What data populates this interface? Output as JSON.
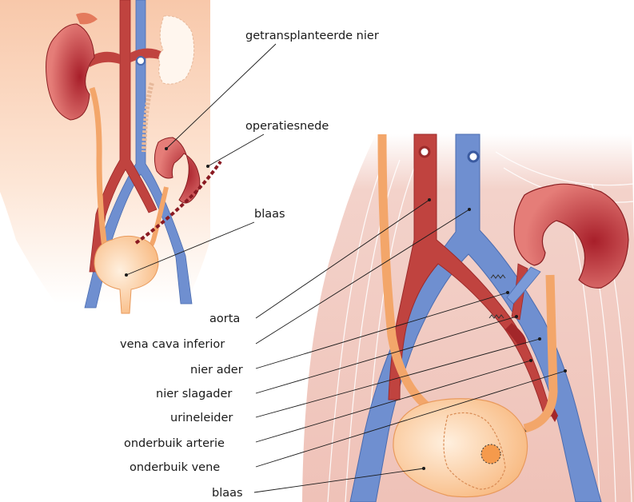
{
  "overview": {
    "labels": {
      "transplanted_kidney": "getransplanteerde nier",
      "incision": "operatiesnede",
      "bladder": "blaas"
    }
  },
  "detail": {
    "labels": {
      "aorta": "aorta",
      "vena_cava": "vena cava inferior",
      "renal_vein": "nier ader",
      "renal_artery": "nier slagader",
      "ureter": "urineleider",
      "iliac_artery": "onderbuik arterie",
      "iliac_vein": "onderbuik vene",
      "bladder": "blaas"
    }
  },
  "colors": {
    "artery": "#c0433f",
    "vein": "#6f8fd0",
    "kidney": "#c0393c",
    "ureter": "#f3a66a",
    "bladder": "#fcd3a6",
    "skin": "#fbe0cf",
    "muscle": "#f1c9c0"
  }
}
